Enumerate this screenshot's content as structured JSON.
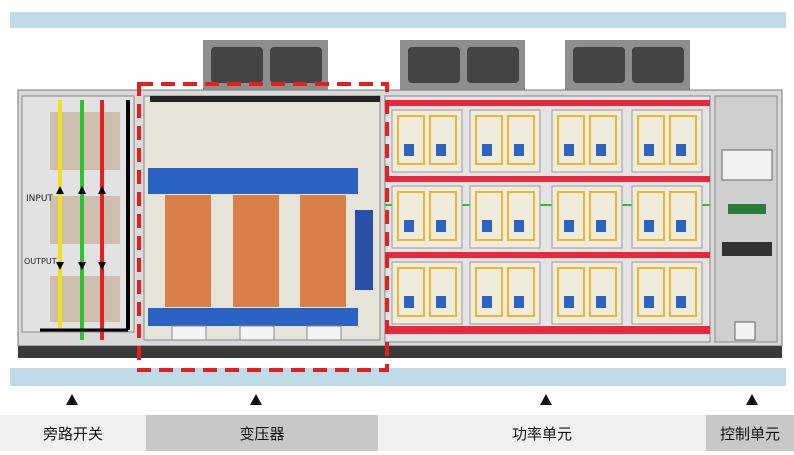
{
  "diagram": {
    "input_label": "INPUT",
    "output_label": "OUTPUT"
  },
  "sections": [
    {
      "label": "旁路开关",
      "bg": "#f1f1f1"
    },
    {
      "label": "变压器",
      "bg": "#c8c8c8"
    },
    {
      "label": "功率单元",
      "bg": "#f1f1f1"
    },
    {
      "label": "控制单元",
      "bg": "#c8c8c8"
    }
  ],
  "colors": {
    "frame_blue": "#bfdbe8",
    "cabinet": "#d9d9d9",
    "dash_red": "#e51f1f",
    "transformer_blue": "#2b63c4",
    "coil": "#d9804a",
    "unit_red": "#e8283c",
    "board_yellow": "#e8b73a"
  }
}
